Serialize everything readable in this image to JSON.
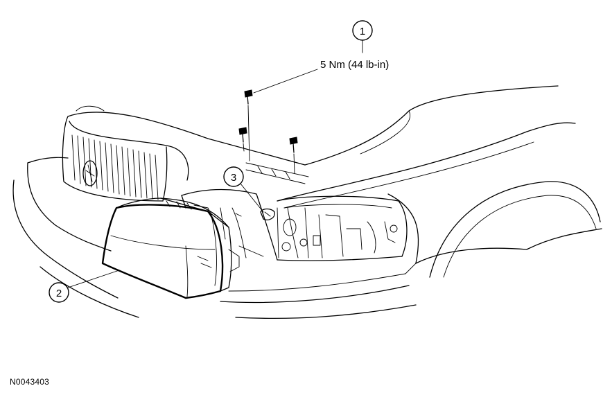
{
  "callouts": [
    {
      "number": "1"
    },
    {
      "number": "2"
    },
    {
      "number": "3"
    }
  ],
  "torque_spec": "5 Nm (44 lb-in)",
  "figure_id": "N0043403"
}
